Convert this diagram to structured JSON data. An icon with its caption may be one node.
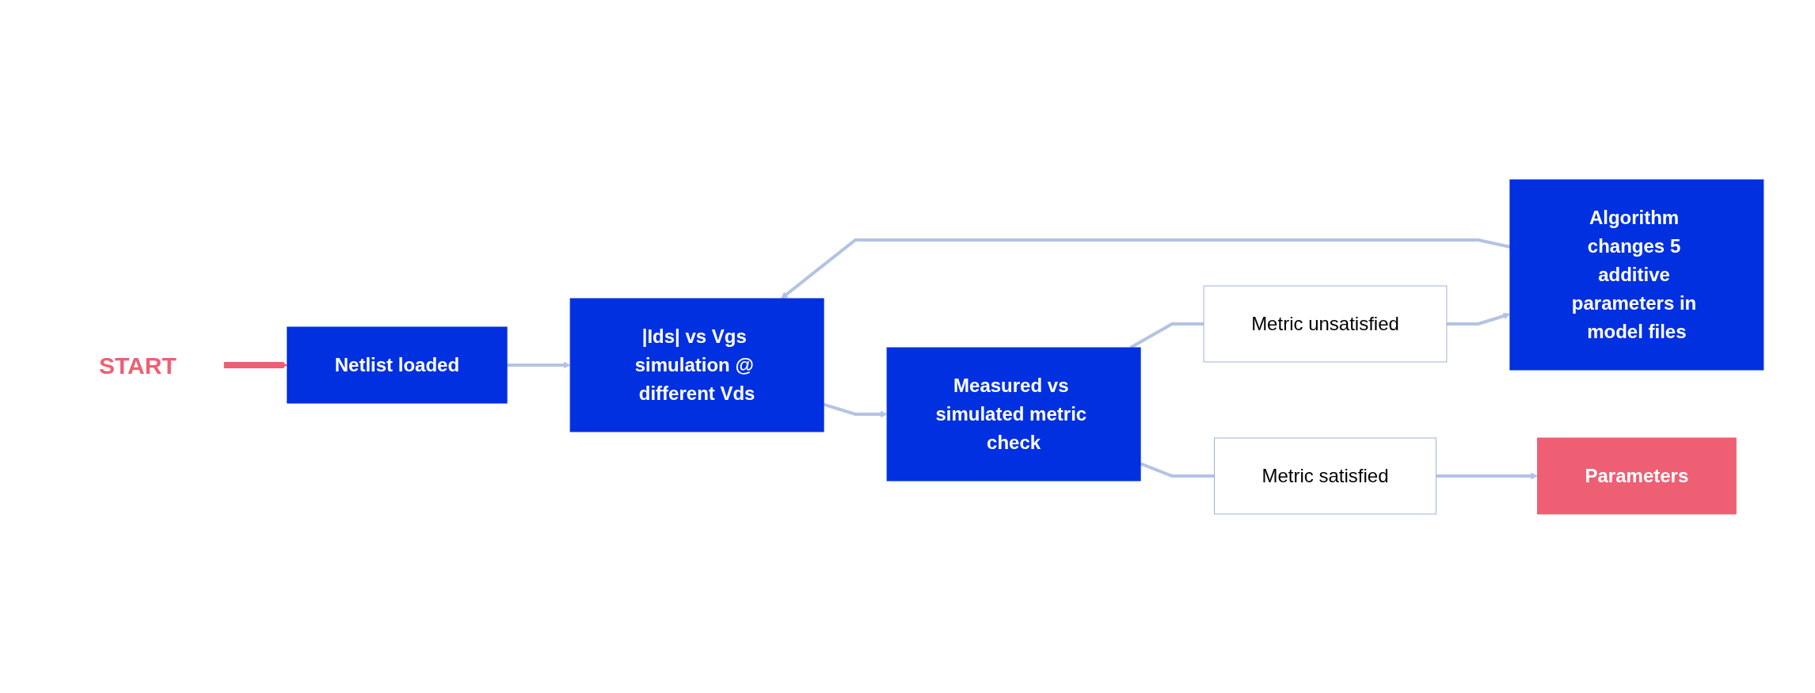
{
  "diagram": {
    "nodes": [
      {
        "text": [
          "START"
        ]
      },
      {
        "text": [
          "Netlist loaded"
        ]
      },
      {
        "text": [
          "|Ids| vs Vgs simulation @ different Vds"
        ]
      },
      {
        "text": [
          "Measured vs simulated metric check"
        ]
      },
      {
        "text": [
          "Metric unsatisfied"
        ]
      },
      {
        "text": [
          "Metric satisfied"
        ]
      },
      {
        "text": [
          "Algorithm changes 5 additive parameters in model files"
        ]
      },
      {
        "text": [
          "Parameters"
        ]
      }
    ],
    "edges": [
      {
        "from": 0,
        "to": 1,
        "arrow": "to",
        "style": "thick",
        "color": "#ee5f73"
      },
      {
        "from": 1,
        "to": 2,
        "arrow": "to"
      },
      {
        "from": 2,
        "to": 3,
        "arrow": "to"
      },
      {
        "from": 3,
        "to": 4,
        "arrow": "none"
      },
      {
        "from": 4,
        "to": 6,
        "arrow": "to"
      },
      {
        "from": 6,
        "to": 2,
        "arrow": "to"
      },
      {
        "from": 3,
        "to": 5,
        "arrow": "none"
      },
      {
        "from": 5,
        "to": 7,
        "arrow": "to"
      }
    ]
  }
}
